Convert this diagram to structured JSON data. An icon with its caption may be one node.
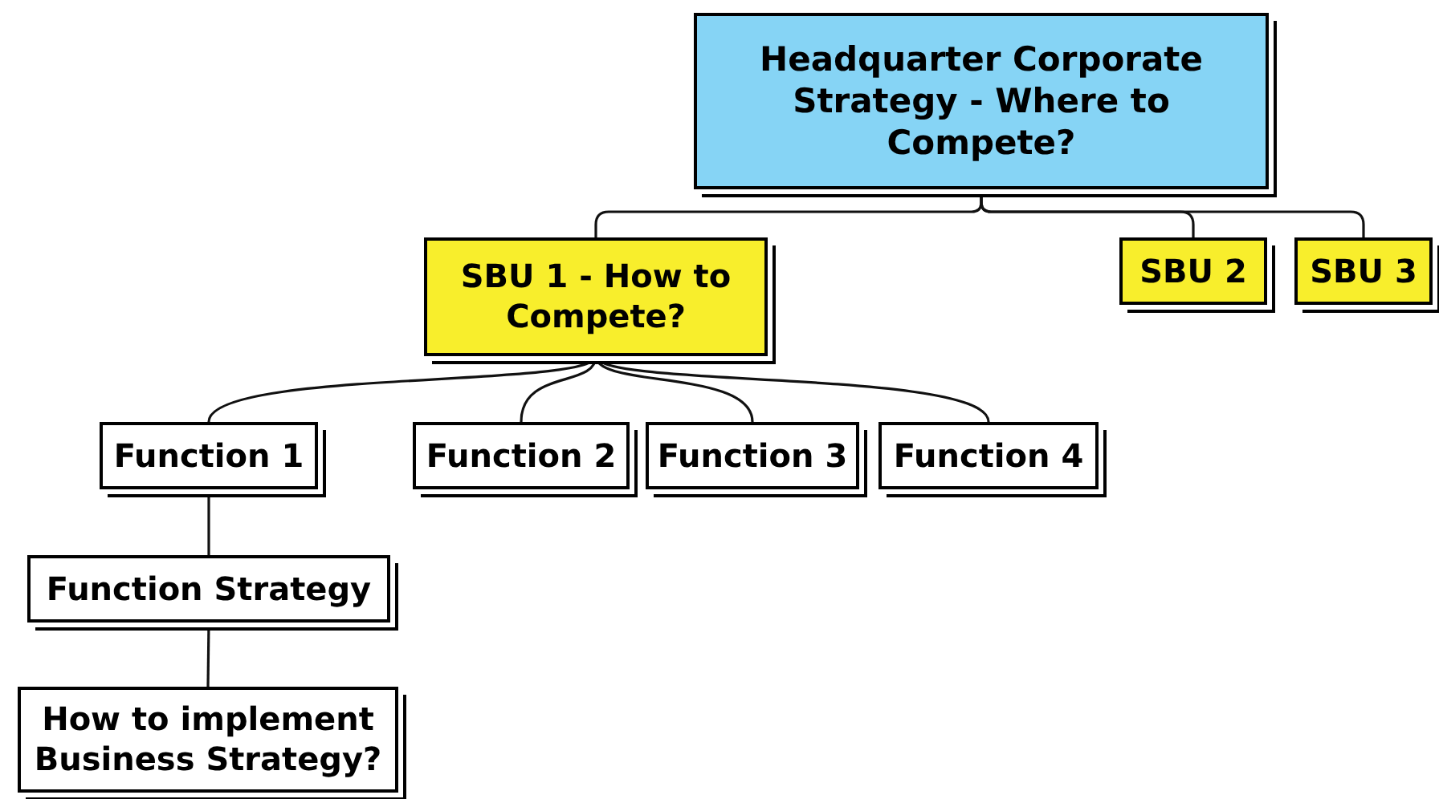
{
  "diagram": {
    "nodes": [
      {
        "text": [
          "Headquarter Corporate Strategy - Where to Compete?"
        ]
      },
      {
        "text": [
          "SBU 1 - How to Compete?"
        ]
      },
      {
        "text": [
          "SBU 2"
        ]
      },
      {
        "text": [
          "SBU 3"
        ]
      },
      {
        "text": [
          "Function 1"
        ]
      },
      {
        "text": [
          "Function 2"
        ]
      },
      {
        "text": [
          "Function 3"
        ]
      },
      {
        "text": [
          "Function 4"
        ]
      },
      {
        "text": [
          "Function Strategy"
        ]
      },
      {
        "text": [
          "How to implement Business Strategy?"
        ]
      }
    ],
    "edges": [
      {
        "from": 0,
        "to": 1,
        "arrow": "none"
      },
      {
        "from": 0,
        "to": 2,
        "arrow": "none"
      },
      {
        "from": 0,
        "to": 3,
        "arrow": "none"
      },
      {
        "from": 1,
        "to": 4,
        "arrow": "none"
      },
      {
        "from": 1,
        "to": 5,
        "arrow": "none"
      },
      {
        "from": 1,
        "to": 6,
        "arrow": "none"
      },
      {
        "from": 1,
        "to": 7,
        "arrow": "none"
      },
      {
        "from": 4,
        "to": 8,
        "arrow": "none"
      },
      {
        "from": 8,
        "to": 9,
        "arrow": "none"
      }
    ]
  }
}
